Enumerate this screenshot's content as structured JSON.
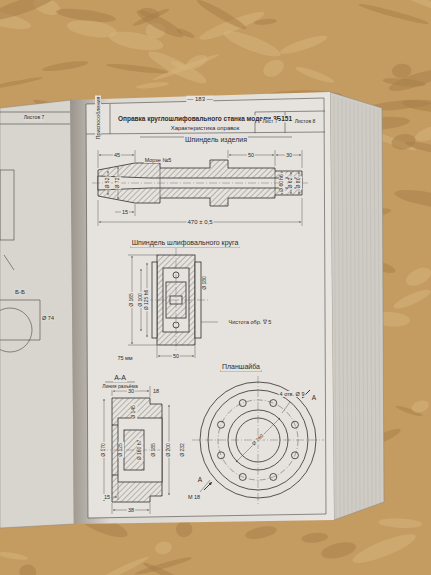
{
  "diagram": {
    "title": "Оправка круглошлифовального станка модели 3Б151",
    "labels": [
      "— 183 —",
      "Характеристика оправок",
      "Приспособления",
      "Лист 7",
      "Листов 8",
      "Листов 7",
      "Б-Б",
      "Ø 74",
      "Шпиндель изделия",
      "45",
      "Морзе №5",
      "50",
      "30",
      "Ø 52",
      "Ø 72",
      "Ø 60 h6",
      "Ø 62",
      "Ø 80",
      "15",
      "470 ± 0,5",
      "Шпиндель шлифовального круга",
      "Ø 165",
      "Ø 100",
      "Ø 125 h6",
      "Ø 180",
      "Чистота обр. ∇ 5",
      "75 мм",
      "50",
      "Планшайба",
      "А-А",
      "Линия разъёма",
      "30",
      "18",
      "Ø 170",
      "Ø 125",
      "Ø 145",
      "Ø 160 h7",
      "Ø 185",
      "Ø 200",
      "Ø 232",
      "15",
      "38",
      "4 отв. Ø 9",
      "Ø 260",
      "А",
      "А",
      "М 18"
    ]
  }
}
